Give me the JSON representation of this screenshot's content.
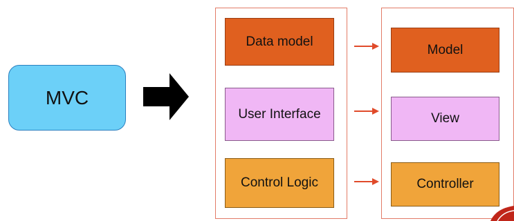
{
  "source": {
    "label": "MVC"
  },
  "concepts": [
    {
      "label": "Data model"
    },
    {
      "label": "User Interface"
    },
    {
      "label": "Control Logic"
    }
  ],
  "components": [
    {
      "label": "Model"
    },
    {
      "label": "View"
    },
    {
      "label": "Controller"
    }
  ],
  "colors": {
    "mvc_fill": "#6cd0f8",
    "orange": "#e0601f",
    "pink": "#f0b7f5",
    "amber": "#f0a43a",
    "panel_border": "#e27a66",
    "arrow_red": "#e04a2a"
  },
  "icons": {
    "big_arrow": "right-arrow-icon",
    "small_arrow": "mapping-arrow-icon",
    "corner": "corner-logo-icon"
  }
}
